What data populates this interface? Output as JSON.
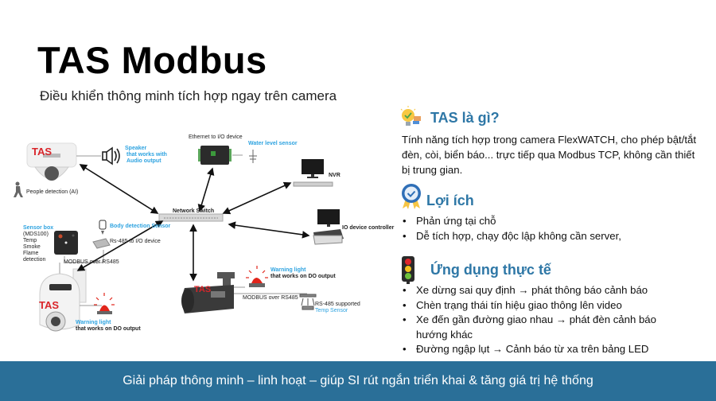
{
  "header": {
    "title": "TAS Modbus",
    "subtitle": "Điều khiển thông minh tích hợp ngay trên camera"
  },
  "diagram": {
    "tas_badge": "TAS",
    "speaker_label": [
      "Speaker",
      "that works with",
      "Audio output"
    ],
    "people_detection": "People detection (AI)",
    "ethernet_io": "Ethernet to I/O device",
    "water_sensor": "Water level sensor",
    "nvr": "NVR",
    "network_switch": "Network Switch",
    "io_controller": "IO device controller",
    "body_sensor": "Body detection Sensor",
    "rs485_io": "Rs-485 to I/O device",
    "sensor_box_title": "Sensor box",
    "sensor_box_lines": [
      "(MDS100)",
      "Temp",
      "Smoke",
      "Flame",
      "detection"
    ],
    "modbus_rs485_left": "MODBUS over RS485",
    "modbus_rs485_right": "MODBUS over RS485",
    "warning_light_title": "Warning light",
    "warning_light_desc": "that works on DO output",
    "rs485_supported": "RS-485 supported",
    "temp_sensor": "Temp Sensor"
  },
  "sections": {
    "what": {
      "icon": "lightbulb-icon",
      "title": "TAS là gì?",
      "body": "Tính năng tích hợp trong camera FlexWATCH, cho phép bật/tắt đèn, còi, biển báo... trực tiếp qua Modbus TCP, không cần thiết bị trung gian."
    },
    "benefits": {
      "icon": "badge-check-icon",
      "title": "Lợi ích",
      "items": [
        "Phản ứng tại chỗ",
        "Dễ tích hợp, chạy độc lập không cần server,"
      ]
    },
    "applications": {
      "icon": "traffic-light-icon",
      "title": "Ứng dụng thực tế",
      "items": [
        "Xe dừng sai quy định → phát thông báo cảnh báo",
        "Chèn trạng thái tín hiệu giao thông lên video",
        "Xe đến gần đường giao nhau → phát đèn cảnh báo hướng khác",
        "Đường ngập lụt → Cảnh báo từ xa trên bảng LED"
      ]
    }
  },
  "footer": {
    "text": "Giải pháp thông minh – linh hoạt – giúp SI rút ngắn triển khai & tăng giá trị hệ thống"
  },
  "colors": {
    "accent_blue": "#2e77a6",
    "footer_bg": "#2a6f98",
    "label_blue": "#2ea3e0",
    "tas_red": "#d9252a"
  }
}
